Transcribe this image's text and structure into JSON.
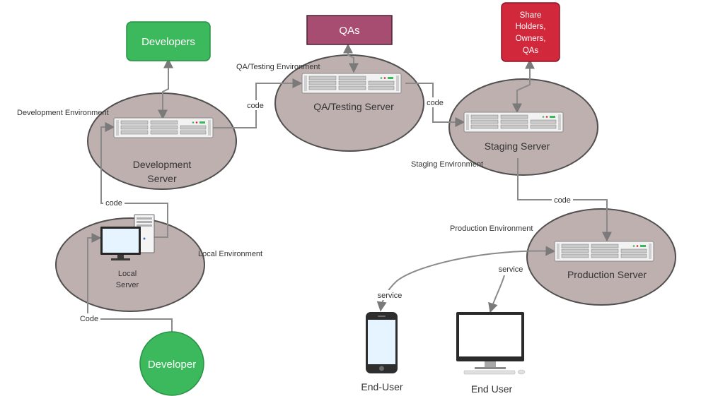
{
  "environments": {
    "development": "Development Environment",
    "qa": "QA/Testing  Environment",
    "staging": "Staging Environment",
    "production": "Production Environment",
    "local": "Local Environment"
  },
  "servers": {
    "development": [
      "Development",
      "Server"
    ],
    "qa": "QA/Testing  Server",
    "staging": "Staging Server",
    "production": "Production Server",
    "local": [
      "Local",
      "Server"
    ]
  },
  "actors": {
    "developers": "Developers",
    "qas": "QAs",
    "stakeholders": [
      "Share",
      "Holders,",
      "Owners,",
      "QAs"
    ],
    "developer": "Developer",
    "end_user_mobile": "End-User",
    "end_user_desktop": "End User"
  },
  "edges": {
    "dev_to_qa": "code",
    "qa_to_staging": "code",
    "local_to_dev": "code",
    "staging_to_prod": "code",
    "developer_to_local": "Code",
    "prod_to_mobile": "service",
    "prod_to_desktop": "service"
  },
  "colors": {
    "green": "#3cb95c",
    "purple": "#a84d72",
    "red": "#d2283c",
    "bubble": "#bfb0b0"
  }
}
